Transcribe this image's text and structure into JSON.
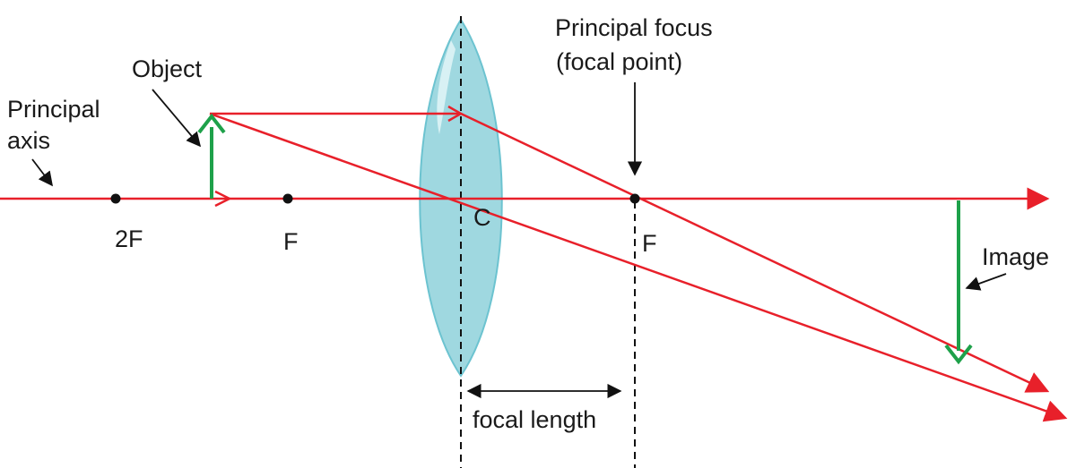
{
  "labels": {
    "principal_axis_line1": "Principal",
    "principal_axis_line2": "axis",
    "object": "Object",
    "principal_focus_line1": "Principal focus",
    "principal_focus_line2": "(focal point)",
    "two_f": "2F",
    "f_left": "F",
    "c": "C",
    "f_right": "F",
    "image": "Image",
    "focal_length": "focal length"
  },
  "colors": {
    "ray": "#e8202a",
    "object_arrow": "#1ea14a",
    "image_arrow": "#1ea14a",
    "lens_fill": "#9fd8e0",
    "lens_stroke": "#6cc3d0",
    "dashed_line": "#111111",
    "annotation_arrow": "#111111",
    "point": "#111111"
  }
}
